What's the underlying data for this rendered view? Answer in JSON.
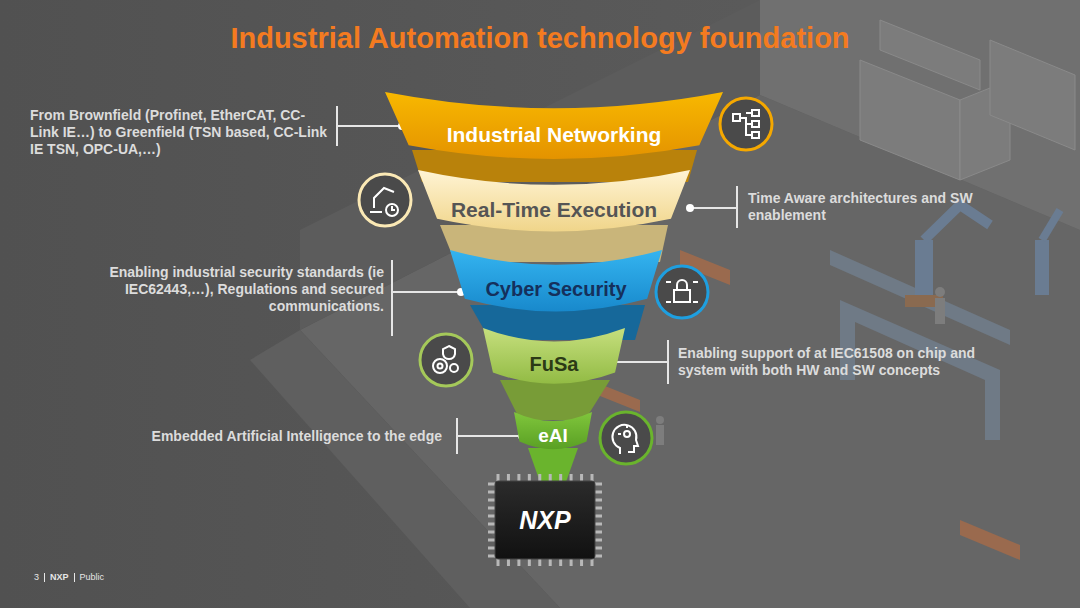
{
  "diagram": {
    "title": "Industrial Automation technology foundation",
    "nodes": [
      {
        "text": [
          "Industrial Networking"
        ]
      },
      {
        "text": [
          "Real-Time Execution"
        ]
      },
      {
        "text": [
          "Cyber Security"
        ]
      },
      {
        "text": [
          "FuSa"
        ]
      },
      {
        "text": [
          "eAI"
        ]
      },
      {
        "text": [
          "NXP"
        ]
      }
    ],
    "labels": [
      "From Brownfield (Profinet, EtherCAT, CC-Link IE…) to Greenfield (TSN based, CC-Link IE TSN, OPC-UA,…)",
      "Time Aware architectures and SW enablement",
      "Enabling industrial security standards (ie IEC62443,…), Regulations and secured communications.",
      "Enabling support of at IEC61508 on chip and system with both HW and SW concepts",
      "Embedded Artificial Intelligence to the edge",
      "3",
      "NXP",
      "Public"
    ]
  }
}
